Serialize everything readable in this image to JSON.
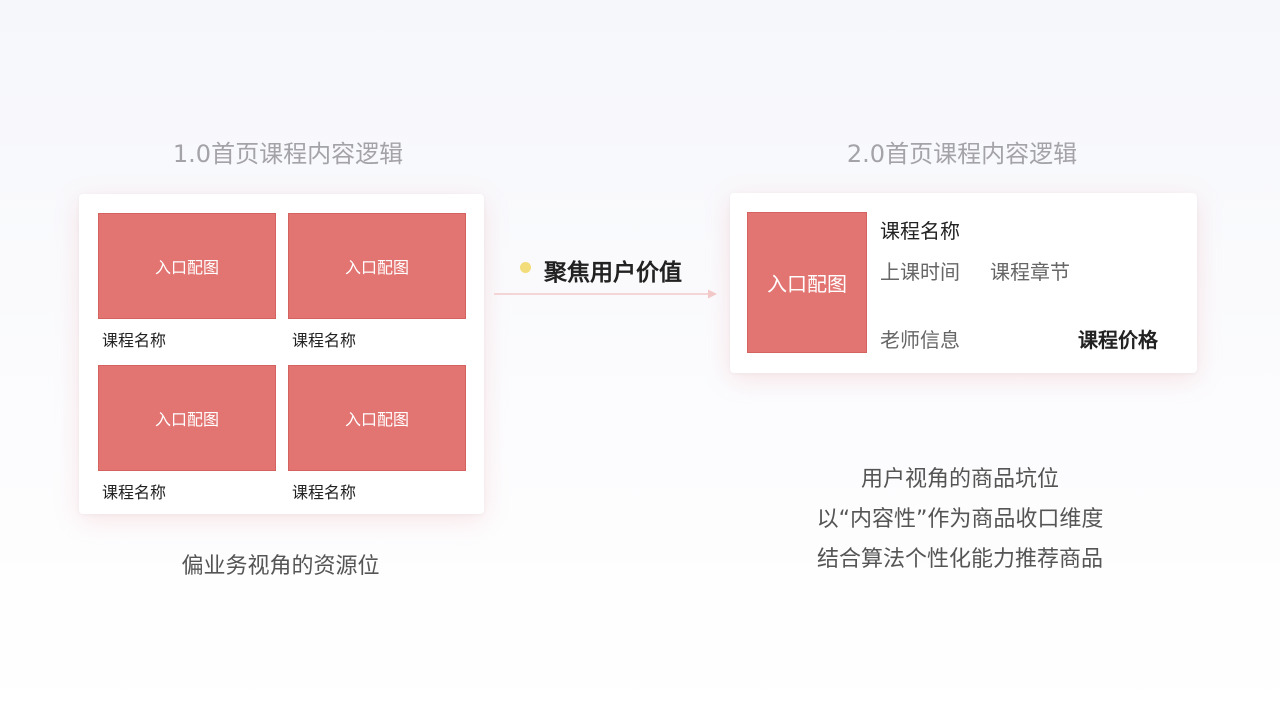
{
  "left": {
    "title": "1.0首页课程内容逻辑",
    "tiles": [
      {
        "image_label": "入口配图",
        "name": "课程名称"
      },
      {
        "image_label": "入口配图",
        "name": "课程名称"
      },
      {
        "image_label": "入口配图",
        "name": "课程名称"
      },
      {
        "image_label": "入口配图",
        "name": "课程名称"
      }
    ],
    "description": "偏业务视角的资源位"
  },
  "center": {
    "focus_label": "聚焦用户价值"
  },
  "right": {
    "title": "2.0首页课程内容逻辑",
    "image_label": "入口配图",
    "course_name": "课程名称",
    "class_time": "上课时间",
    "chapter": "课程章节",
    "teacher": "老师信息",
    "price": "课程价格",
    "description_lines": [
      "用户视角的商品坑位",
      "以“内容性”作为商品收口维度",
      "结合算法个性化能力推荐商品"
    ]
  },
  "colors": {
    "tile": "#e27572",
    "dot": "#f3dc7a",
    "arrow": "#f2c9c9"
  }
}
